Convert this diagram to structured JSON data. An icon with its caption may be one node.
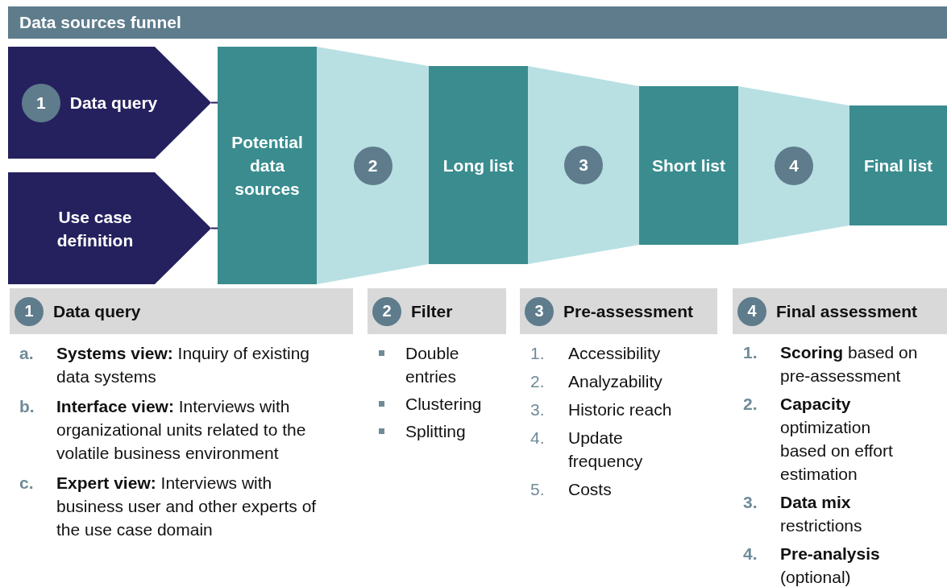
{
  "diagram": {
    "title": "Data sources funnel",
    "nodes": [
      {
        "text": [
          "1",
          "Data query"
        ]
      },
      {
        "text": [
          "Use case definition"
        ]
      },
      {
        "text": [
          "Potential data sources"
        ]
      },
      {
        "text": [
          "2"
        ]
      },
      {
        "text": [
          "Long list"
        ]
      },
      {
        "text": [
          "3"
        ]
      },
      {
        "text": [
          "Short list"
        ]
      },
      {
        "text": [
          "4"
        ]
      },
      {
        "text": [
          "Final list"
        ]
      },
      {
        "text": [
          "1",
          "Data query"
        ]
      },
      {
        "text": [
          "2",
          "Filter"
        ]
      },
      {
        "text": [
          "3",
          "Pre-assessment"
        ]
      },
      {
        "text": [
          "4",
          "Final assessment"
        ]
      }
    ],
    "edges": [
      {
        "from": 0,
        "to": 2,
        "arrow": "none"
      },
      {
        "from": 1,
        "to": 2,
        "arrow": "none"
      }
    ],
    "labels": [
      "a.",
      "**Systems view:** Inquiry of existing data systems",
      "b.",
      "**Interface view:** Interviews with organizational units related to the volatile business environment",
      "c.",
      "**Expert view:** Interviews with business user and other experts of the use case domain",
      "Double entries",
      "Clustering",
      "Splitting",
      "1.",
      "Accessibility",
      "2.",
      "Analyzability",
      "3.",
      "Historic reach",
      "4.",
      "Update frequency",
      "5.",
      "Costs",
      "1.",
      "**Scoring** based on pre-assessment",
      "2.",
      "**Capacity** optimization based on effort estimation",
      "3.",
      "**Data mix** restrictions",
      "4.",
      "**Pre-analysis** (optional)"
    ]
  }
}
